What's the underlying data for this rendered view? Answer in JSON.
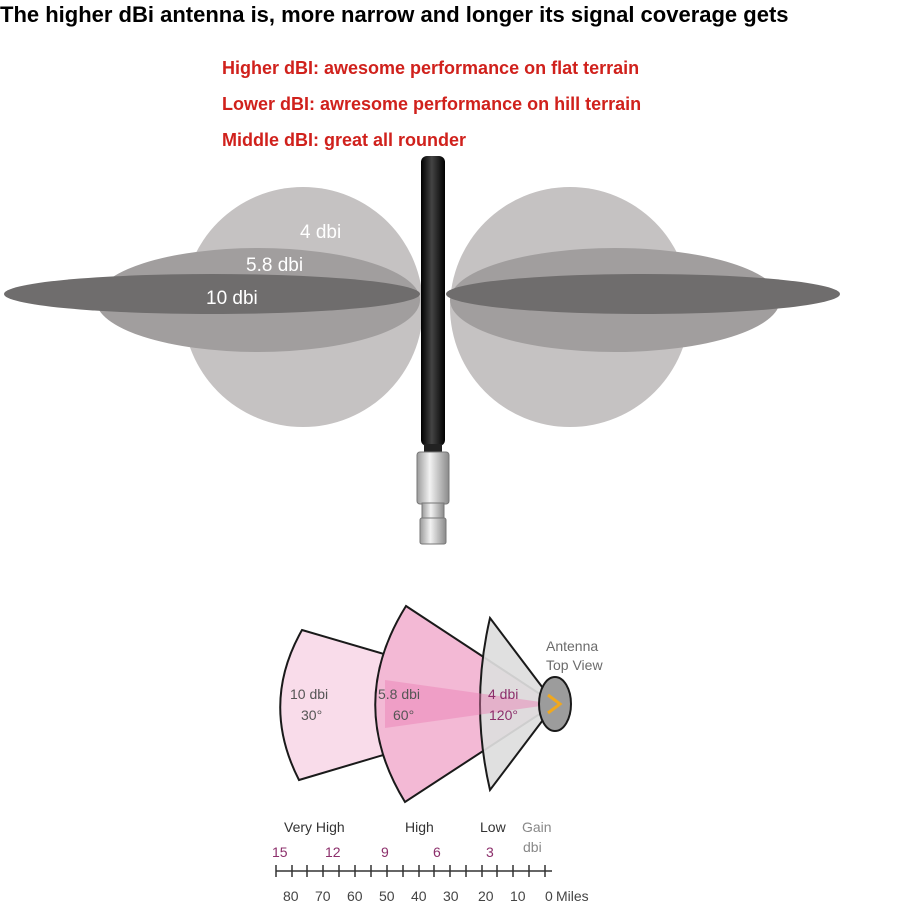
{
  "headline": "The higher dBi antenna is, more narrow and longer its signal coverage gets",
  "notes": [
    "Higher dBI: awesome performance on flat terrain",
    "Lower dBI: awresome performance on hill terrain",
    "Middle dBI: great all rounder"
  ],
  "side_view": {
    "labels": [
      "4 dbi",
      "5.8 dbi",
      "10 dbi"
    ],
    "colors": {
      "dbi4": "#c5c2c2",
      "dbi5_8": "#a19e9e",
      "dbi10": "#6f6d6d",
      "antenna": "#111111"
    }
  },
  "top_view": {
    "title_line1": "Antenna",
    "title_line2": "Top View",
    "sectors": [
      {
        "gain": "10 dbi",
        "angle": "30°"
      },
      {
        "gain": "5.8 dbi",
        "angle": "60°"
      },
      {
        "gain": "4 dbi",
        "angle": "120°"
      }
    ],
    "colors": {
      "sector10": "#f9dcea",
      "sector5_8": "#f3b9d5",
      "sector4": "#dddddd",
      "beam": "#ec7fb4",
      "pointer": "#f0a81e"
    }
  },
  "scale": {
    "gain_categories": [
      "Very High",
      "High",
      "Low"
    ],
    "gain_label": "Gain",
    "gain_unit": "dbi",
    "dbi_ticks": [
      "15",
      "12",
      "9",
      "6",
      "3"
    ],
    "mile_ticks": [
      "80",
      "70",
      "60",
      "50",
      "40",
      "30",
      "20",
      "10",
      "0"
    ],
    "mile_unit": "Miles"
  }
}
